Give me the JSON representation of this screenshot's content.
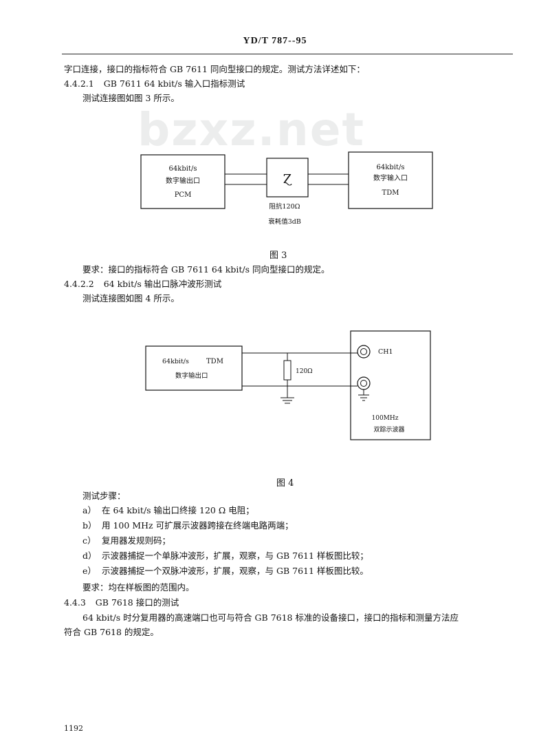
{
  "header": {
    "title": "YD/T 787--95"
  },
  "watermark": "bzxz.net",
  "text": {
    "l1": "字口连接，接口的指标符合 GB 7611 同向型接口的规定。测试方法详述如下：",
    "s1_num": "4.4.2.1",
    "s1_title": "GB 7611 64 kbit/s 输入口指标测试",
    "s1_body": "测试连接图如图 3 所示。",
    "fig3_caption": "图 3",
    "req1": "要求：接口的指标符合 GB 7611 64 kbit/s 同向型接口的规定。",
    "s2_num": "4.4.2.2",
    "s2_title": "64 kbit/s 输出口脉冲波形测试",
    "s2_body": "测试连接图如图 4 所示。",
    "fig4_caption": "图 4",
    "steps_title": "测试步骤：",
    "steps": [
      {
        "mark": "a）",
        "text": "在 64 kbit/s 输出口终接 120 Ω 电阻；"
      },
      {
        "mark": "b）",
        "text": "用 100 MHz 可扩展示波器跨接在终端电路两端；"
      },
      {
        "mark": "c）",
        "text": "复用器发规则码；"
      },
      {
        "mark": "d）",
        "text": "示波器捕捉一个单脉冲波形，扩展，观察，与 GB 7611 样板图比较；"
      },
      {
        "mark": "e）",
        "text": "示波器捕捉一个双脉冲波形，扩展，观察，与 GB 7611 样板图比较。"
      }
    ],
    "req2": "要求：均在样板图的范围内。",
    "s3_num": "4.4.3",
    "s3_title": "GB 7618 接口的测试",
    "s3_p1": "64 kbit/s 时分复用器的高速端口也可与符合 GB 7618 标准的设备接口，接口的指标和测量方法应",
    "s3_p2": "符合 GB 7618 的规定。"
  },
  "fig3": {
    "left_box": [
      "64kbit/s",
      "数字输出口",
      "PCM"
    ],
    "attenuator_symbol": "Ɀ",
    "right_box": [
      "64kbit/s",
      "数字输入口",
      "TDM"
    ],
    "att_label1": "阻抗120Ω",
    "att_label2": "衰耗值3dB"
  },
  "fig4": {
    "box_line1a": "64kbit/s",
    "box_line1b": "TDM",
    "box_line2": "数字输出口",
    "resistor": "120Ω",
    "ch1": "CH1",
    "scope1": "100MHz",
    "scope2": "双踪示波器"
  },
  "page_number": "1192"
}
